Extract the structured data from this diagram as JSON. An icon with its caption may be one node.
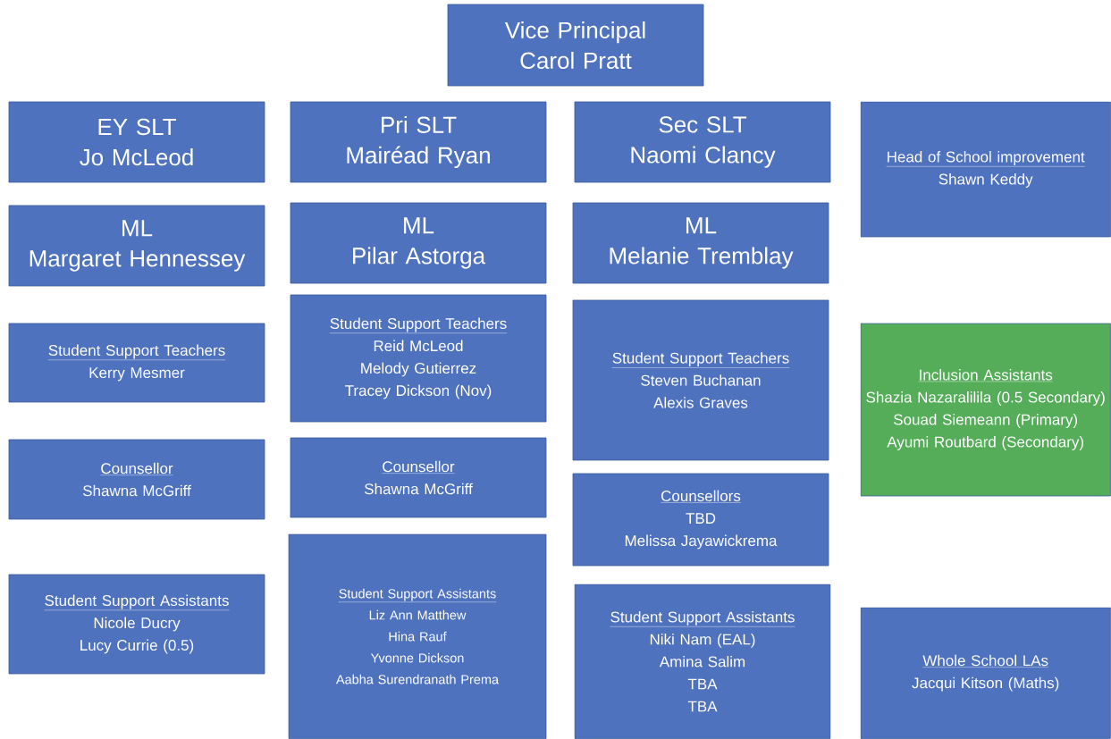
{
  "diagram": {
    "nodes": [
      {
        "text": [
          "Vice Principal",
          "Carol Pratt"
        ]
      },
      {
        "text": [
          "EY SLT",
          "Jo McLeod"
        ]
      },
      {
        "text": [
          "Pri SLT",
          "Mairéad Ryan"
        ]
      },
      {
        "text": [
          "Sec SLT",
          "Naomi Clancy"
        ]
      },
      {
        "text": [
          "Head of School improvement",
          "Shawn Keddy"
        ]
      },
      {
        "text": [
          "ML",
          "Margaret Hennessey"
        ]
      },
      {
        "text": [
          "ML",
          "Pilar Astorga"
        ]
      },
      {
        "text": [
          "ML",
          "Melanie Tremblay"
        ]
      },
      {
        "text": [
          "Student Support Teachers",
          "Kerry Mesmer"
        ]
      },
      {
        "text": [
          "Student Support Teachers",
          "Reid McLeod",
          "Melody Gutierrez",
          "Tracey Dickson (Nov)"
        ]
      },
      {
        "text": [
          "Student Support Teachers",
          "Steven Buchanan",
          "Alexis Graves"
        ]
      },
      {
        "text": [
          "Inclusion Assistants",
          "Shazia Nazaralilila (0.5 Secondary)",
          "Souad Siemeann (Primary)",
          "Ayumi Routbard (Secondary)"
        ]
      },
      {
        "text": [
          "Counsellor",
          "Shawna McGriff"
        ]
      },
      {
        "text": [
          "Counsellor",
          "Shawna McGriff"
        ]
      },
      {
        "text": [
          "Counsellors",
          "TBD",
          "Melissa Jayawickrema"
        ]
      },
      {
        "text": [
          "Student Support Assistants",
          "Nicole Ducry",
          "Lucy Currie (0.5)"
        ]
      },
      {
        "text": [
          "Student Support Assistants",
          "Liz Ann Matthew",
          "Hina Rauf",
          "Yvonne Dickson",
          "Aabha Surendranath Prema"
        ]
      },
      {
        "text": [
          "Student Support Assistants",
          "Niki Nam (EAL)",
          "Amina Salim",
          "TBA",
          "TBA"
        ]
      },
      {
        "text": [
          "Whole School LAs",
          "Jacqui Kitson (Maths)"
        ]
      }
    ]
  }
}
